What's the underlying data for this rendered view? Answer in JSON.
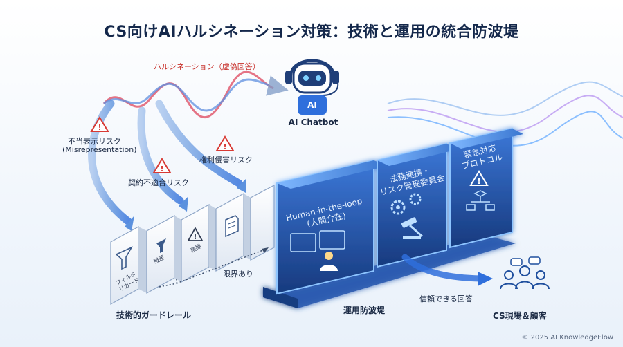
{
  "title": "CS向けAIハルシネーション対策：技術と運用の統合防波堤",
  "hallucination_label": "ハルシネーション（虚偽回答）",
  "chatbot": {
    "icon_text": "AI",
    "name": "AI Chatbot"
  },
  "risks": [
    {
      "label": "不当表示リスク",
      "sub": "(Misrepresentation)"
    },
    {
      "label": "権利侵害リスク"
    },
    {
      "label": "契約不適合リスク"
    }
  ],
  "guardrail": {
    "caption": "技術的ガードレール",
    "limit_label": "限界あり",
    "blocks": [
      {
        "text": "フィルタ\nリカード"
      },
      {
        "text": "殘匣"
      },
      {
        "text": "稜補"
      }
    ]
  },
  "breakwater": {
    "caption": "運用防波堤",
    "panels": [
      {
        "line1": "Human-in-the-loop",
        "line2": "(人間介在)"
      },
      {
        "line1": "法務連携・",
        "line2": "リスク管理委員会"
      },
      {
        "line1": "緊急対応",
        "line2": "プロトコル"
      }
    ]
  },
  "output": {
    "reliable_label": "信頼できる回答",
    "destination": "CS現場＆顧客"
  },
  "copyright": "© 2025 AI KnowledgeFlow",
  "colors": {
    "accent": "#2f6fdc",
    "danger": "#d83a34",
    "dark_blue": "#1a3f86",
    "glow": "#6fb3ff"
  }
}
